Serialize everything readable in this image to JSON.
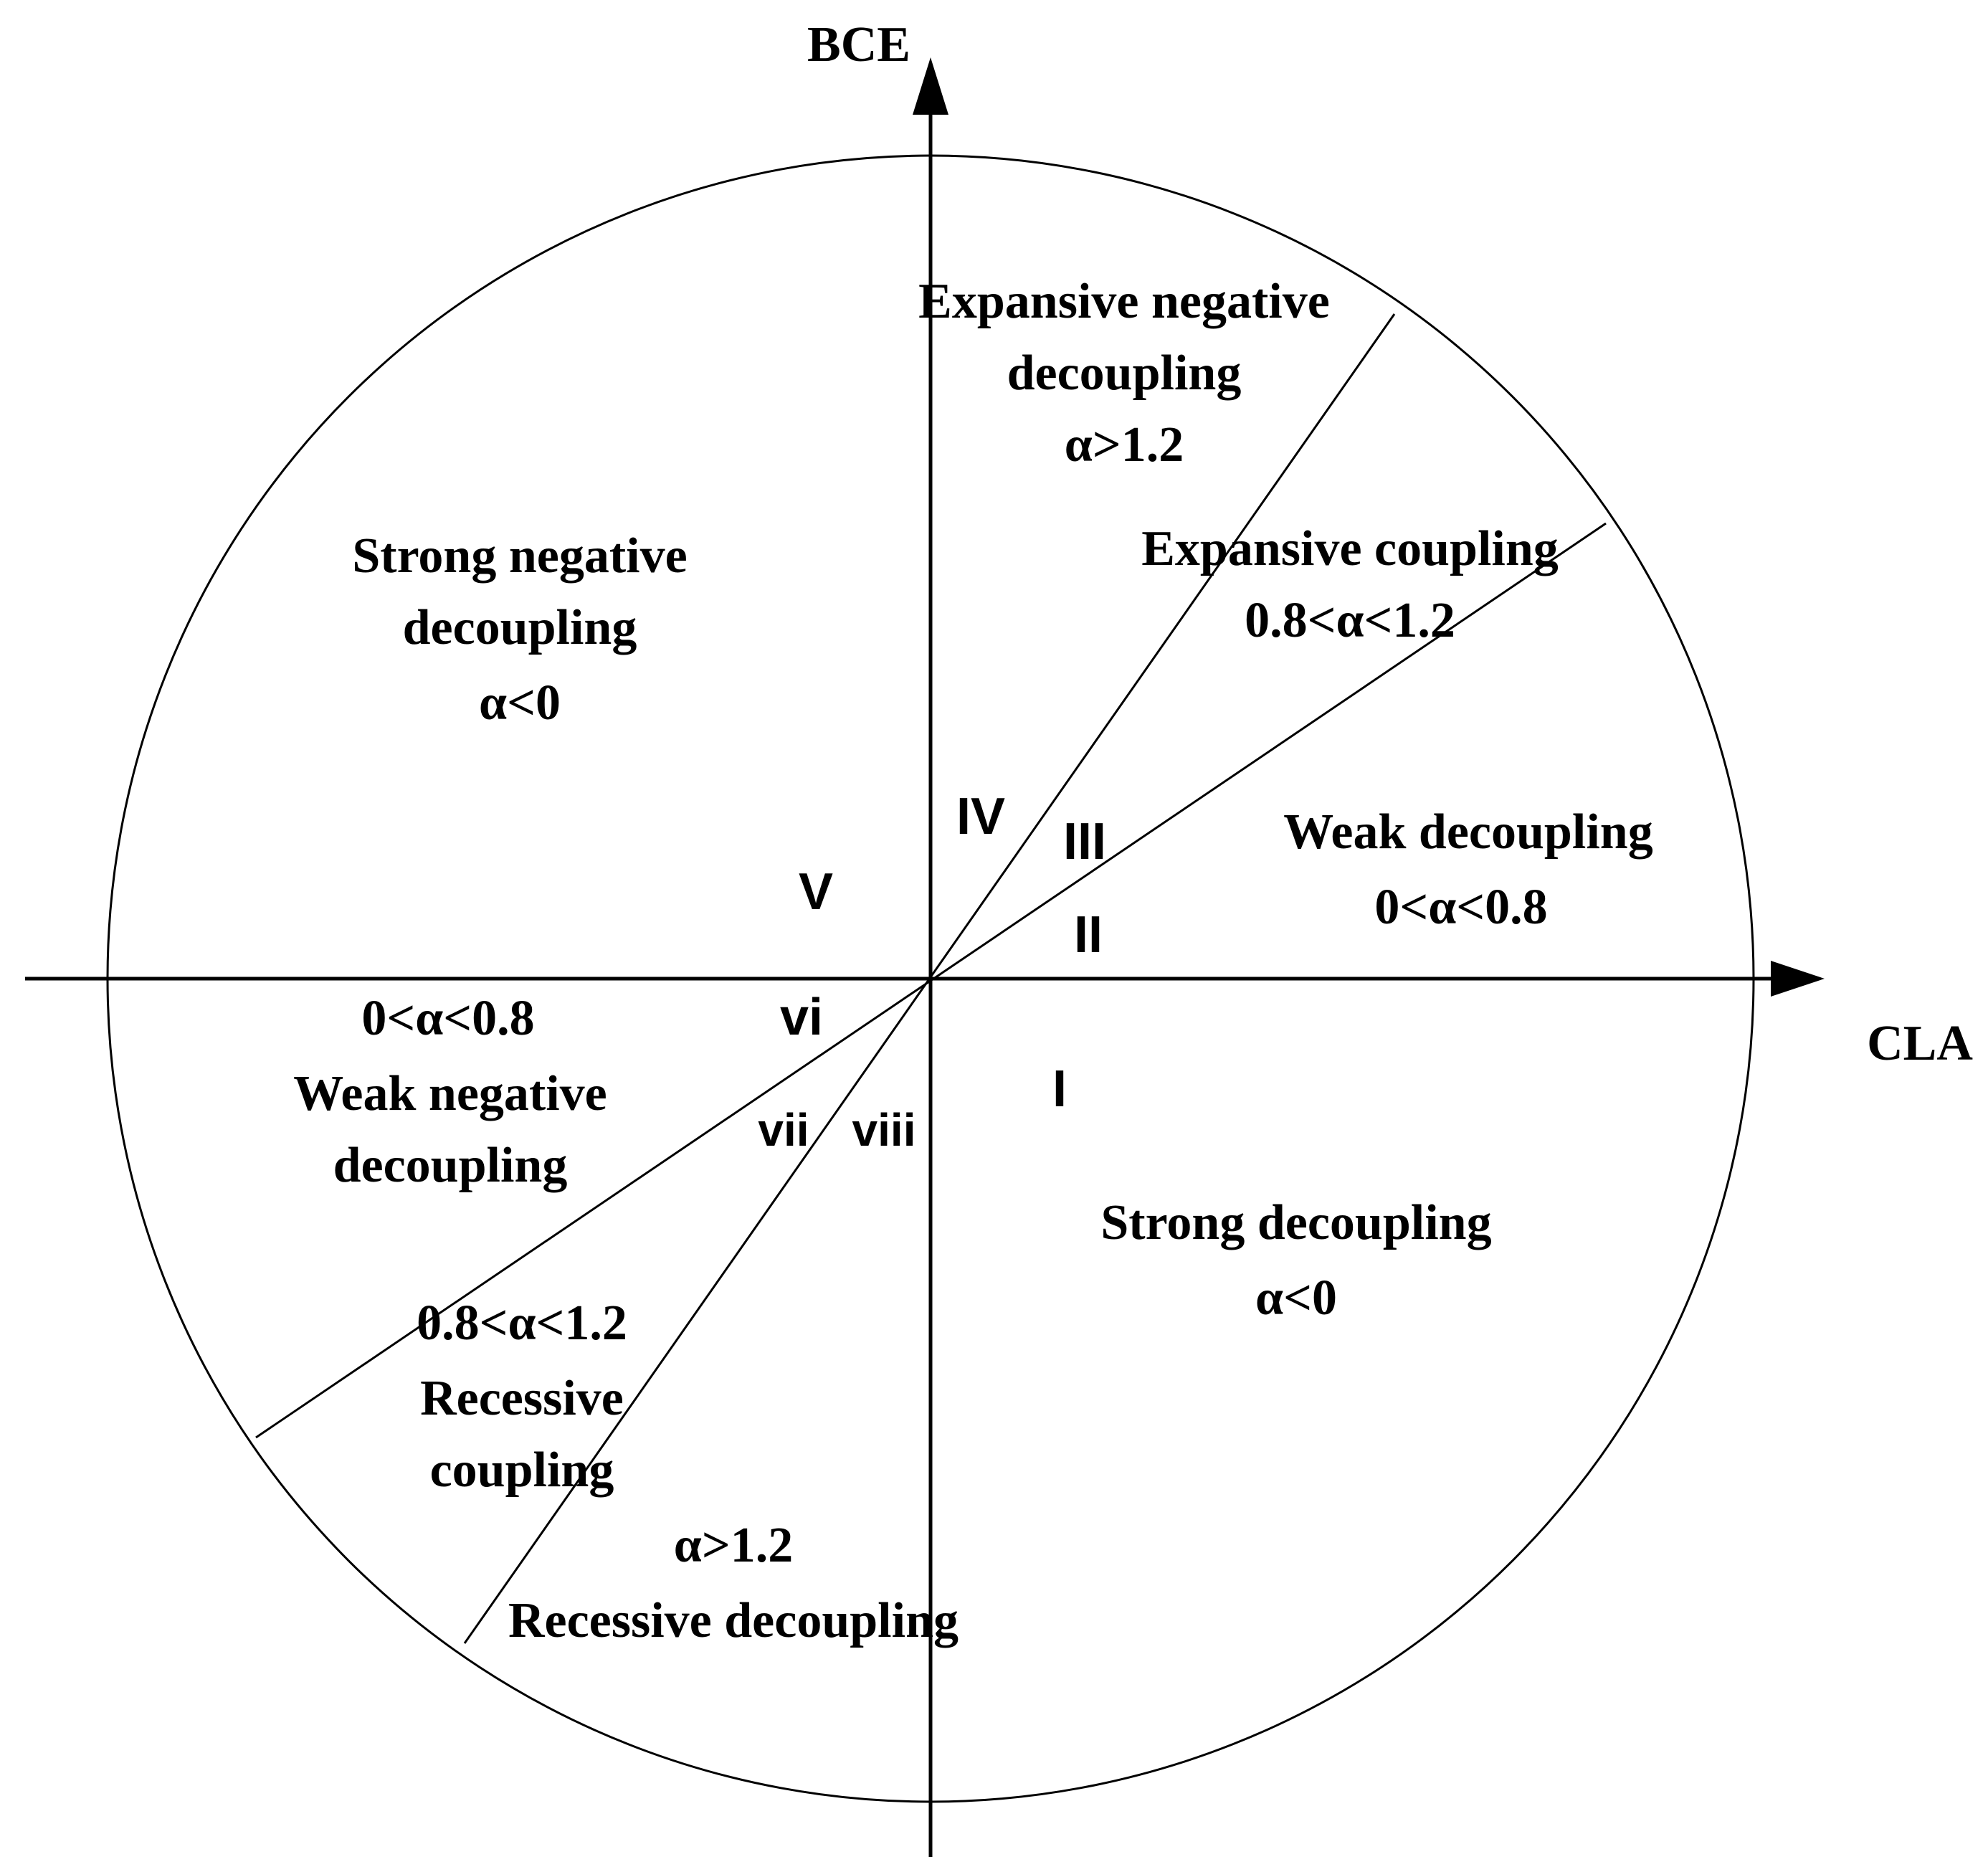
{
  "axes": {
    "y_label": "BCE",
    "x_label": "CLA"
  },
  "zones": {
    "expansive_negative": {
      "line1": "Expansive negative",
      "line2": "decoupling",
      "alpha": "α>1.2"
    },
    "strong_negative": {
      "line1": "Strong negative",
      "line2": "decoupling",
      "alpha": "α<0"
    },
    "expansive_coupling": {
      "line1": "Expansive coupling",
      "alpha": "0.8<α<1.2"
    },
    "weak_decoupling": {
      "line1": "Weak decoupling",
      "alpha": "0<α<0.8"
    },
    "weak_negative": {
      "alpha": "0<α<0.8",
      "line1": "Weak negative",
      "line2": "decoupling"
    },
    "recessive_coupling": {
      "alpha": "0.8<α<1.2",
      "line1": "Recessive",
      "line2": "coupling"
    },
    "recessive_decoupling": {
      "alpha": "α>1.2",
      "line1": "Recessive decoupling"
    },
    "strong_decoupling": {
      "line1": "Strong decoupling",
      "alpha": "α<0"
    }
  },
  "sectors": {
    "i": "I",
    "ii": "II",
    "iii": "III",
    "iv": "IV",
    "v": "V",
    "vi": "vi",
    "vii": "vii",
    "viii": "viii"
  }
}
